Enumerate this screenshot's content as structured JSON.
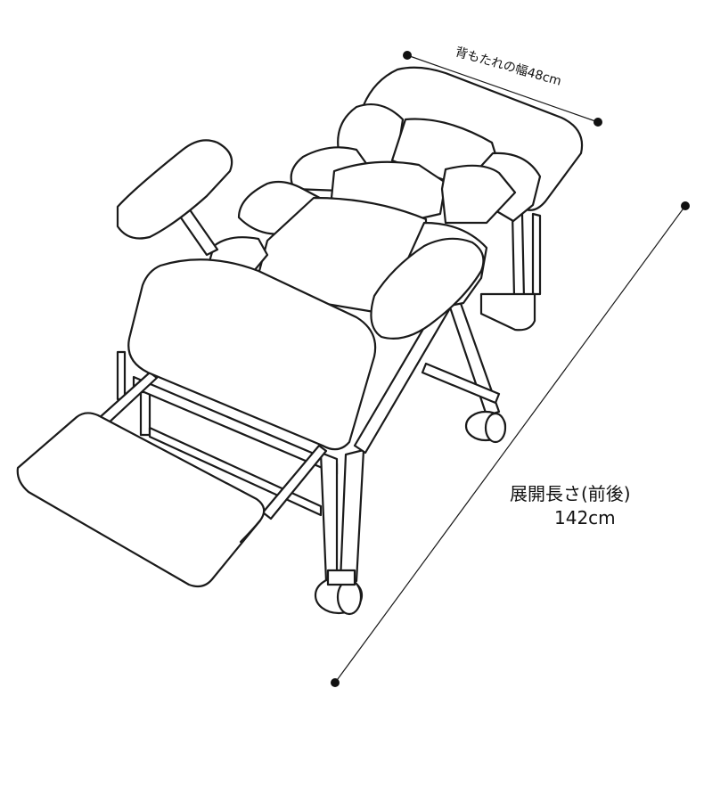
{
  "dimensions": {
    "width_label": "背もたれの幅48cm",
    "length_label": "展開長さ(前後)",
    "length_value": "142cm"
  },
  "colors": {
    "line": "#1a1a1a",
    "background": "#ffffff"
  }
}
